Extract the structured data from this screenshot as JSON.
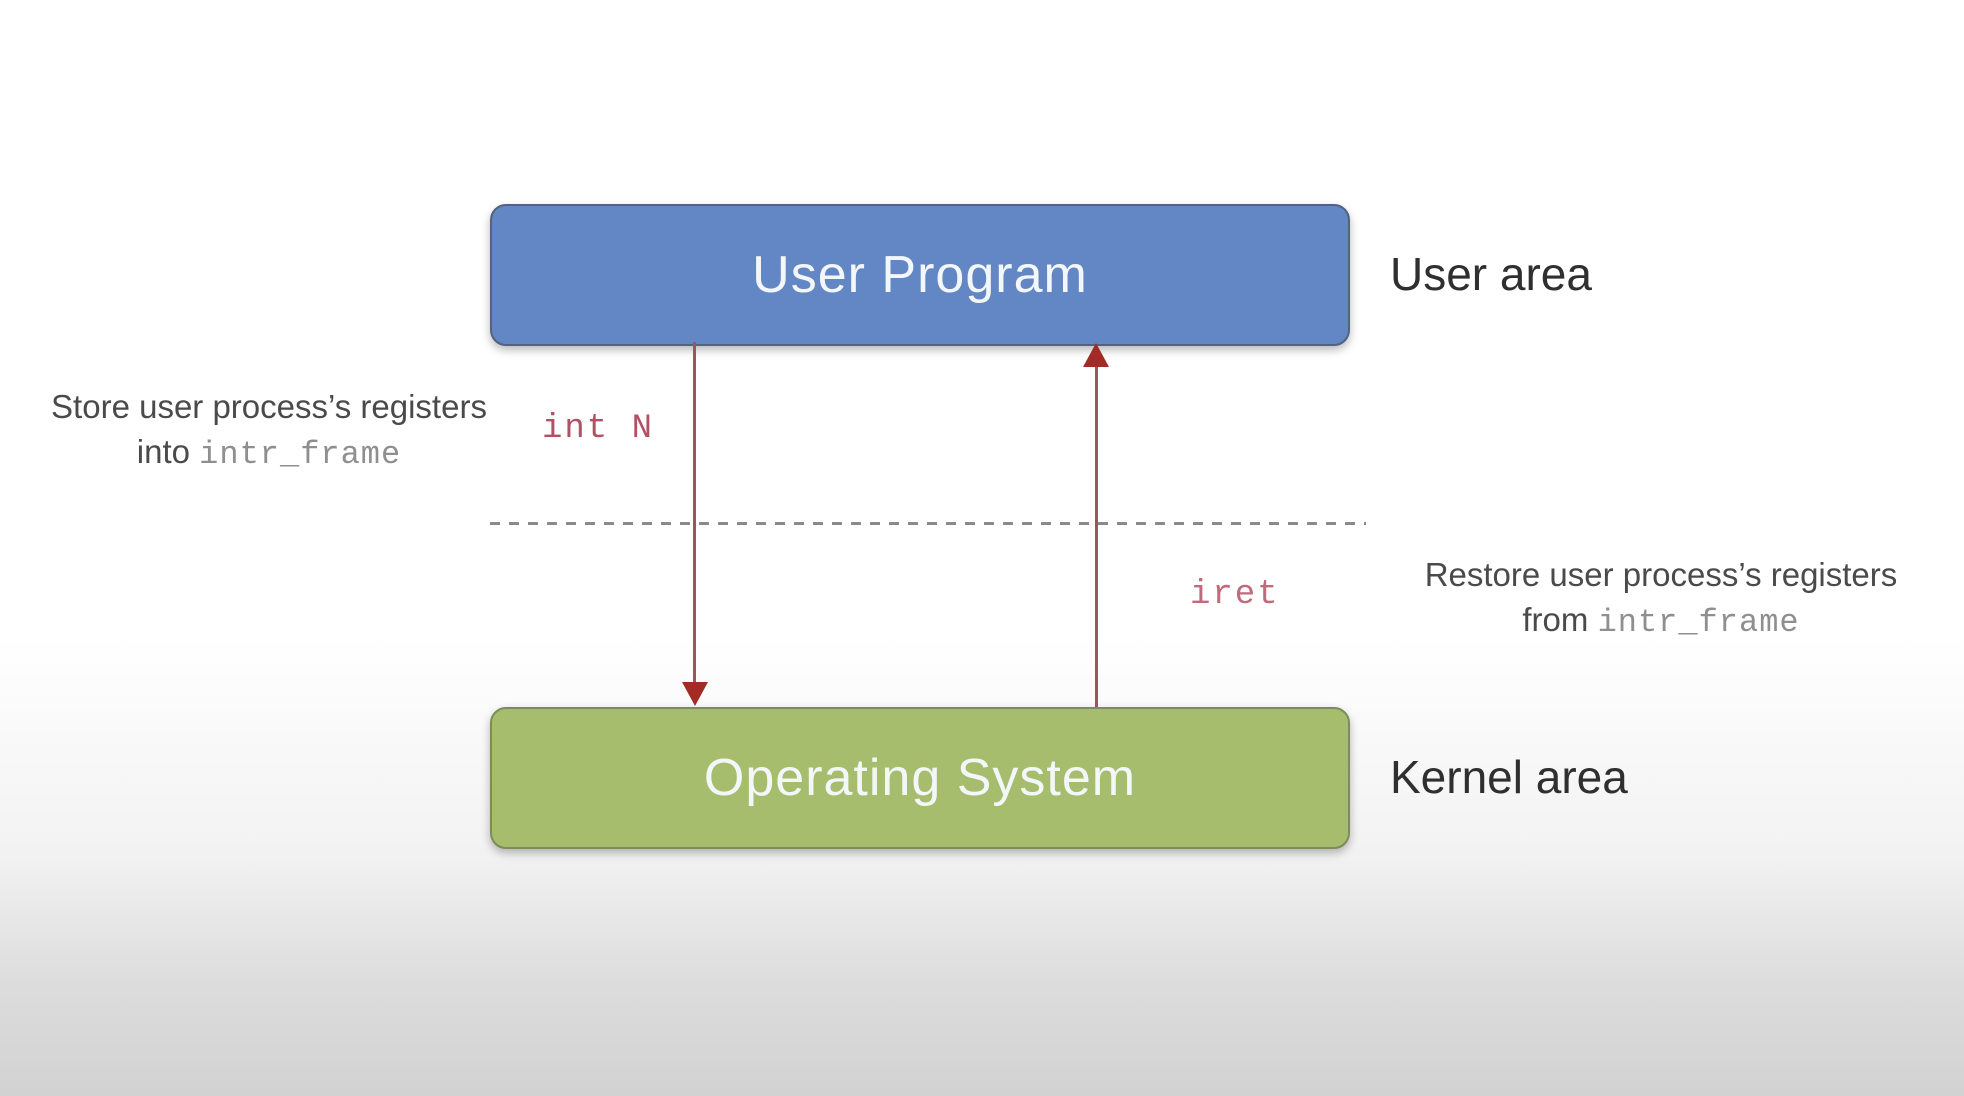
{
  "diagram": {
    "user_box": {
      "label": "User Program"
    },
    "kernel_box": {
      "label": "Operating System"
    },
    "user_area_label": "User area",
    "kernel_area_label": "Kernel area",
    "int_call_label": "int N",
    "iret_label": "iret",
    "left_caption": {
      "line1": "Store user process’s registers",
      "line2_prefix": "into ",
      "line2_code": "intr_frame"
    },
    "right_caption": {
      "line1": "Restore user process’s registers",
      "line2_prefix": "from ",
      "line2_code": "intr_frame"
    },
    "colors": {
      "user_box_fill": "#6287c4",
      "kernel_box_fill": "#a6bd6e",
      "arrow_line": "#a1525a",
      "arrow_head": "#a32b26",
      "code_red": "#b05263",
      "code_pink": "#c06a7c",
      "code_gray": "#8f8f8f",
      "dashed_line": "#8a8a8a",
      "caption_text": "#4a4a4a"
    }
  }
}
